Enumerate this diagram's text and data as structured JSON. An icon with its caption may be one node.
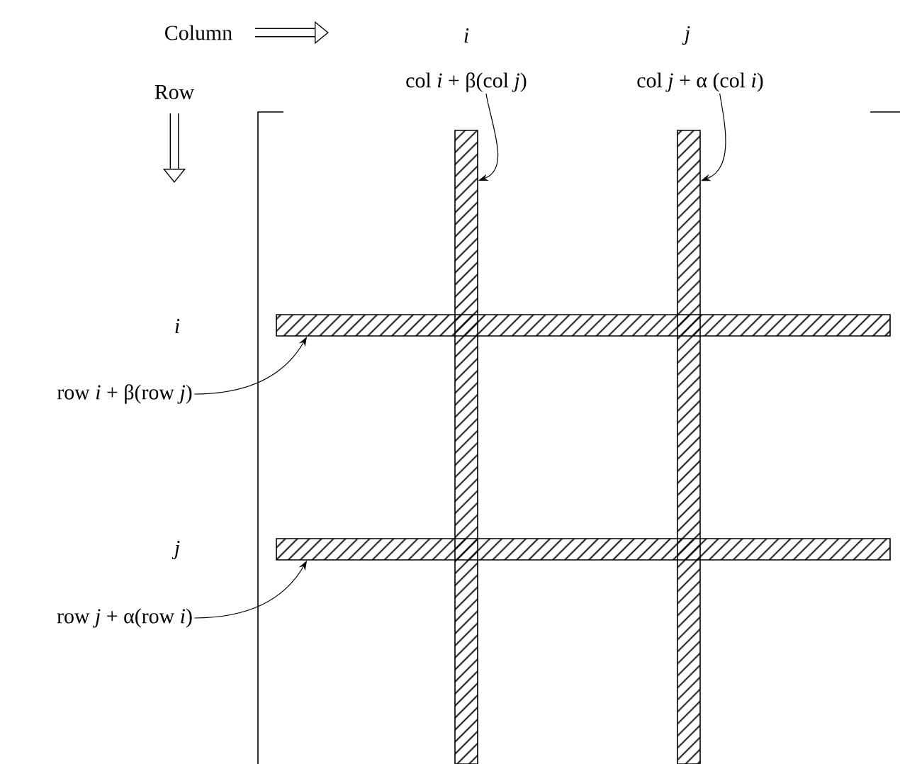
{
  "diagram": {
    "nodes": [
      {
        "text": [
          "col *i* + β(col *j*)"
        ]
      },
      {
        "text": [
          "col *j* + α (col *i*)"
        ]
      },
      {
        "text": [
          "row *i* + β(row *j*)"
        ]
      },
      {
        "text": [
          "row *j* + α(row *i*)"
        ]
      },
      {
        "text": [],
        "shape": "bar"
      },
      {
        "text": [],
        "shape": "bar"
      },
      {
        "text": [],
        "shape": "bar"
      },
      {
        "text": [],
        "shape": "bar"
      }
    ],
    "edges": [
      {
        "from": 0,
        "to": 4,
        "arrow": "to"
      },
      {
        "from": 1,
        "to": 5,
        "arrow": "to"
      },
      {
        "from": 2,
        "to": 6,
        "arrow": "to"
      },
      {
        "from": 3,
        "to": 7,
        "arrow": "to"
      }
    ],
    "labels": [
      "Column",
      "i",
      "j",
      "Row",
      "i",
      "j"
    ]
  }
}
